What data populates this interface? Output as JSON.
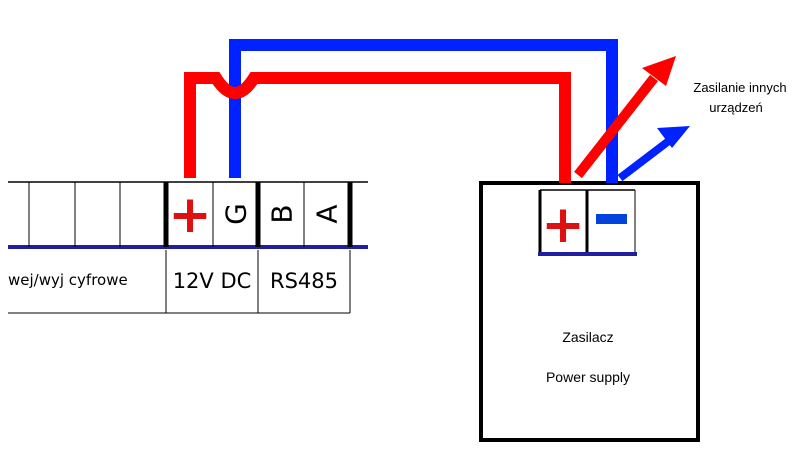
{
  "terminal_block": {
    "plus_symbol": "+",
    "g_label": "G",
    "b_label": "B",
    "a_label": "A",
    "caption_digital": "wej/wyj cyfrowe",
    "caption_power": "12V DC",
    "caption_rs485": "RS485"
  },
  "power_supply": {
    "plus_symbol": "+",
    "minus_symbol": "-",
    "title_pl": "Zasilacz",
    "title_en": "Power supply"
  },
  "annotation": {
    "line1": "Zasilanie innych",
    "line2": "urządzeń"
  },
  "colors": {
    "positive_wire": "#ff0000",
    "negative_wire": "#0022ff",
    "rail": "#1f1fa0",
    "outline": "#000000",
    "plus_glyph": "#dd1111",
    "minus_glyph": "#0044dd"
  }
}
